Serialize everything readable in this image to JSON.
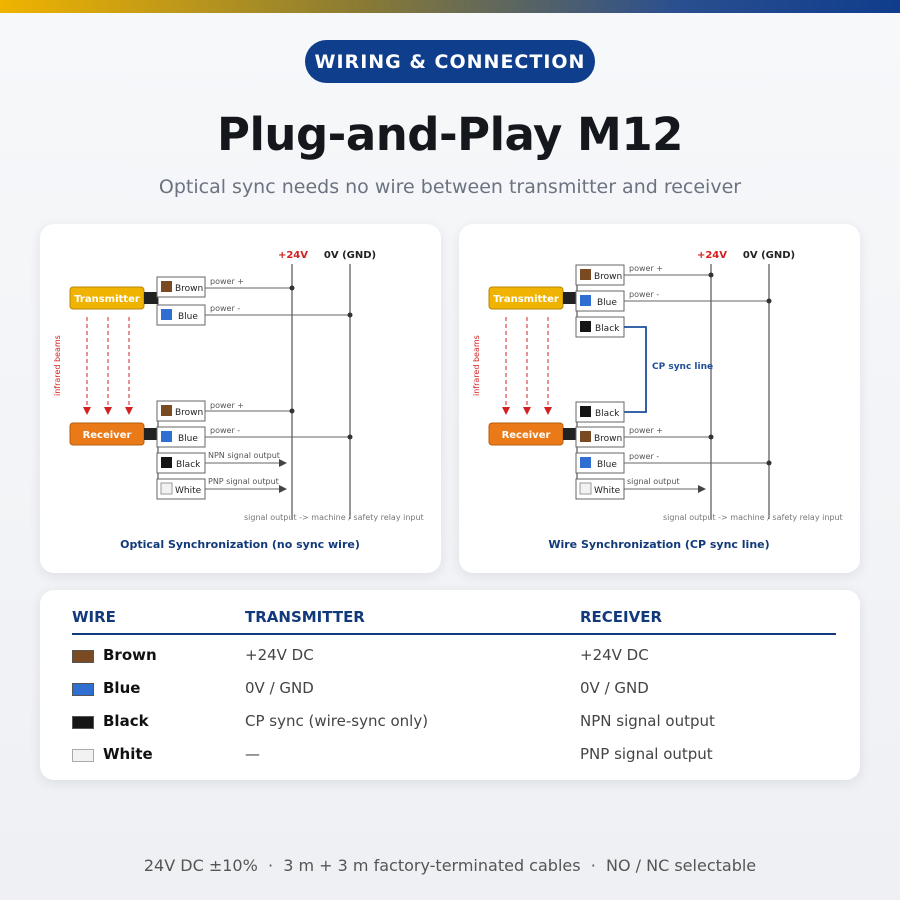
{
  "badge": "WIRING & CONNECTION",
  "title": "Plug-and-Play M12",
  "subtitle": "Optical sync needs no wire between transmitter and receiver",
  "diagram_common": {
    "rail_24v": "+24V",
    "rail_gnd": "0V (GND)",
    "transmitter": "Transmitter",
    "receiver": "Receiver",
    "infrared": "infrared beams",
    "power_plus": "power +",
    "power_minus": "power -",
    "footnote": "signal output -> machine / safety relay input"
  },
  "optical": {
    "caption": "Optical Synchronization (no sync wire)",
    "tx_wires": [
      "Brown",
      "Blue"
    ],
    "rx_wires": [
      "Brown",
      "Blue",
      "Black",
      "White"
    ],
    "npn": "NPN signal output",
    "pnp": "PNP signal output"
  },
  "wire_sync": {
    "caption": "Wire Synchronization (CP sync line)",
    "tx_wires": [
      "Brown",
      "Blue",
      "Black"
    ],
    "rx_wires": [
      "Black",
      "Brown",
      "Blue",
      "White"
    ],
    "sync_line": "CP sync line",
    "signal": "signal output"
  },
  "table": {
    "headers": [
      "WIRE",
      "TRANSMITTER",
      "RECEIVER"
    ],
    "rows": [
      {
        "wire": "Brown",
        "color": "#7a4a22",
        "tx": "+24V DC",
        "rx": "+24V DC"
      },
      {
        "wire": "Blue",
        "color": "#2e6fd1",
        "tx": "0V / GND",
        "rx": "0V / GND"
      },
      {
        "wire": "Black",
        "color": "#151515",
        "tx": "CP sync (wire-sync only)",
        "rx": "NPN signal output"
      },
      {
        "wire": "White",
        "color": "#f2f2f2",
        "tx": "—",
        "rx": "PNP signal output"
      }
    ]
  },
  "footer": "24V DC ±10%  ·  3 m + 3 m factory-terminated cables  ·  NO / NC selectable",
  "colors": {
    "brown": "#7a4a22",
    "blue": "#2e6fd1",
    "black": "#151515",
    "white": "#f2f2f2",
    "transmitter": "#f0b400",
    "receiver": "#ea7a18",
    "red": "#d42020",
    "navy": "#0f3f8c"
  }
}
